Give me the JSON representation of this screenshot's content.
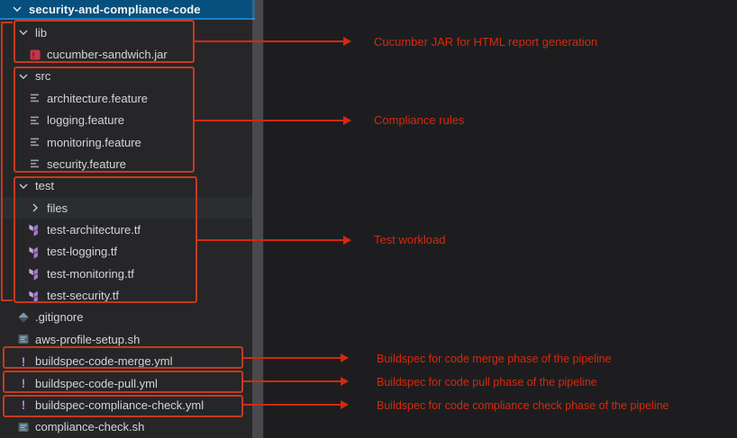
{
  "explorer": {
    "root": {
      "label": "security-and-compliance-code"
    },
    "rows": [
      {
        "label": "lib",
        "icon": "chevron-down-icon",
        "level": 1
      },
      {
        "label": "cucumber-sandwich.jar",
        "icon": "jar-file-icon",
        "level": 2
      },
      {
        "label": "src",
        "icon": "chevron-down-icon",
        "level": 1
      },
      {
        "label": "architecture.feature",
        "icon": "feature-file-icon",
        "level": 2
      },
      {
        "label": "logging.feature",
        "icon": "feature-file-icon",
        "level": 2
      },
      {
        "label": "monitoring.feature",
        "icon": "feature-file-icon",
        "level": 2
      },
      {
        "label": "security.feature",
        "icon": "feature-file-icon",
        "level": 2
      },
      {
        "label": "test",
        "icon": "chevron-down-icon",
        "level": 1
      },
      {
        "label": "files",
        "icon": "chevron-right-icon",
        "level": 2,
        "highlight": true
      },
      {
        "label": "test-architecture.tf",
        "icon": "terraform-file-icon",
        "level": 2
      },
      {
        "label": "test-logging.tf",
        "icon": "terraform-file-icon",
        "level": 2
      },
      {
        "label": "test-monitoring.tf",
        "icon": "terraform-file-icon",
        "level": 2
      },
      {
        "label": "test-security.tf",
        "icon": "terraform-file-icon",
        "level": 2
      },
      {
        "label": ".gitignore",
        "icon": "git-file-icon",
        "level": 1
      },
      {
        "label": "aws-profile-setup.sh",
        "icon": "shell-file-icon",
        "level": 1
      },
      {
        "label": "buildspec-code-merge.yml",
        "icon": "yaml-file-icon",
        "level": 1
      },
      {
        "label": "buildspec-code-pull.yml",
        "icon": "yaml-file-icon",
        "level": 1
      },
      {
        "label": "buildspec-compliance-check.yml",
        "icon": "yaml-file-icon",
        "level": 1
      },
      {
        "label": "compliance-check.sh",
        "icon": "shell-file-icon",
        "level": 1
      }
    ]
  },
  "annotations": {
    "items": [
      {
        "label": "Cucumber JAR for HTML report generation"
      },
      {
        "label": "Compliance rules"
      },
      {
        "label": "Test workload"
      },
      {
        "label": "Buildspec for code merge phase of the pipeline"
      },
      {
        "label": "Buildspec for code pull phase of the pipeline"
      },
      {
        "label": "Buildspec for code compliance check phase of the pipeline"
      }
    ]
  },
  "colors": {
    "annotation_red": "#d5290e",
    "annotation_box_red": "#c43a1f",
    "selection_blue": "#07507d",
    "focus_border_blue": "#1a80c9",
    "terraform_purple": "#a678d2",
    "yaml_purple": "#b180d7",
    "jar_red": "#c9354a"
  }
}
